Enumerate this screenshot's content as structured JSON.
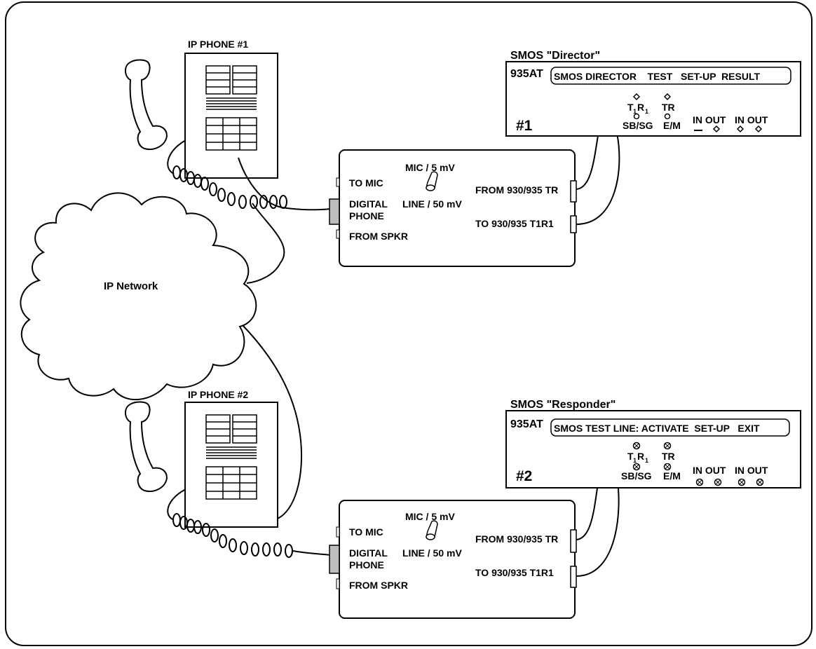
{
  "phones": [
    {
      "title": "IP PHONE #1"
    },
    {
      "title": "IP PHONE #2"
    }
  ],
  "network": {
    "label": "IP Network"
  },
  "adapters": [
    {
      "to_mic": "TO MIC",
      "digital": "DIGITAL",
      "phone": "PHONE",
      "from_spkr": "FROM SPKR",
      "mic_level": "MIC / 5 mV",
      "line_level": "LINE / 50 mV",
      "from_tr": "FROM 930/935 TR",
      "to_t1r1": "TO 930/935 T1R1"
    },
    {
      "to_mic": "TO MIC",
      "digital": "DIGITAL",
      "phone": "PHONE",
      "from_spkr": "FROM SPKR",
      "mic_level": "MIC / 5 mV",
      "line_level": "LINE / 50 mV",
      "from_tr": "FROM 930/935 TR",
      "to_t1r1": "TO 930/935 T1R1"
    }
  ],
  "testsets": [
    {
      "caption": "SMOS \"Director\"",
      "model": "935AT",
      "screen": "SMOS DIRECTOR    TEST   SET-UP  RESULT",
      "unit": "#1",
      "t": "T",
      "r": "R",
      "sub1": "1",
      "tr": "TR",
      "sbsg": "SB/SG",
      "em": "E/M",
      "inout1": "IN OUT",
      "inout2": "IN OUT"
    },
    {
      "caption": "SMOS \"Responder\"",
      "model": "935AT",
      "screen": "SMOS TEST LINE: ACTIVATE  SET-UP   EXIT",
      "unit": "#2",
      "t": "T",
      "r": "R",
      "sub1": "1",
      "tr": "TR",
      "sbsg": "SB/SG",
      "em": "E/M",
      "inout1": "IN OUT",
      "inout2": "IN OUT"
    }
  ]
}
